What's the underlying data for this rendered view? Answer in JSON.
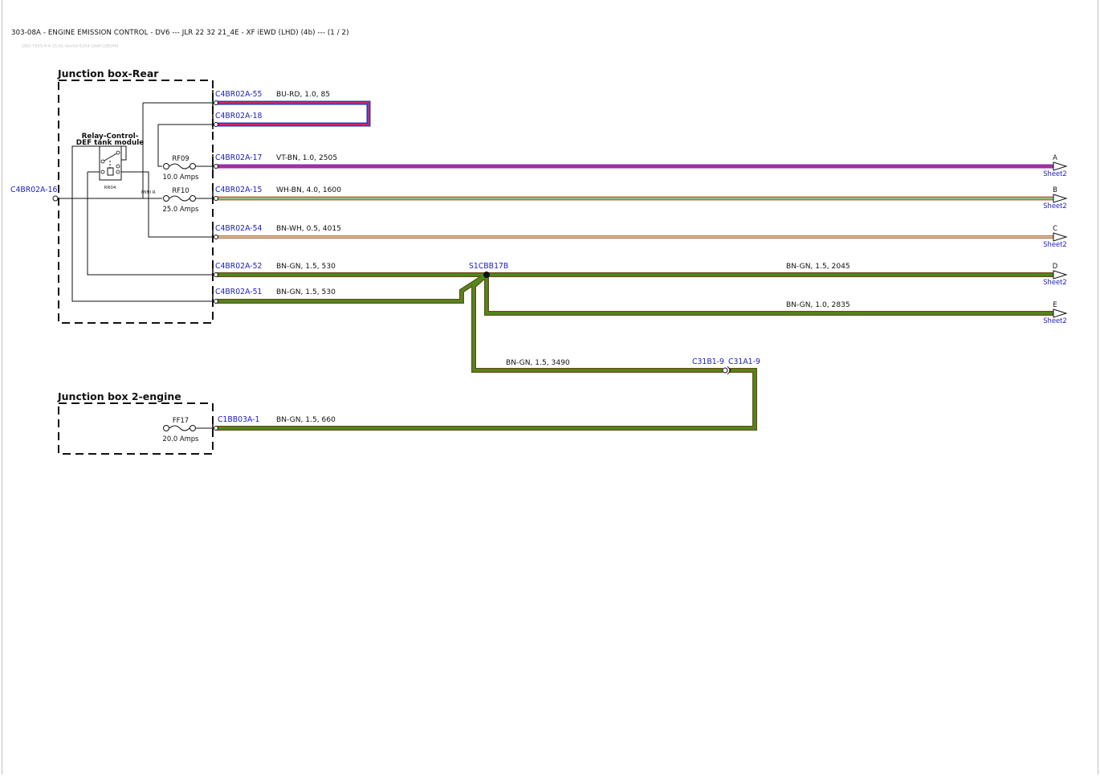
{
  "header": {
    "title": "303-08A - ENGINE EMISSION CONTROL - DV6 --- JLR 22 32 21_4E - XF iEWD (LHD) (4b) --- (1 / 2)",
    "subtitle": "QSO-7X03-4-4-15-01-SevXd-5204 1AAH-J0E2M4"
  },
  "colors": {
    "BU-RD": [
      "#1f3fb0",
      "#d3266d"
    ],
    "VT-BN": [
      "#8b2fb8",
      "#9c5a2c"
    ],
    "WH-BN": [
      "#dcdcdc",
      "#b07446"
    ],
    "BN-WH": [
      "#b07446",
      "#dcdcdc"
    ],
    "BN-GN": [
      "#8a5a24",
      "#4e8a1c"
    ],
    "connector": "#1a1acc",
    "ink": "#111111"
  },
  "junction_boxes": [
    {
      "id": "jb-rear",
      "title": "Junction box-Rear"
    },
    {
      "id": "jb-engine",
      "title": "Junction box 2-engine"
    }
  ],
  "relay": {
    "title_line1": "Relay-Control-",
    "title_line2": "DEF tank module",
    "code": "RR04",
    "note": "MINI R"
  },
  "fuses": [
    {
      "id": "RF09",
      "rating": "10.0 Amps"
    },
    {
      "id": "RF10",
      "rating": "25.0 Amps"
    },
    {
      "id": "FF17",
      "rating": "20.0 Amps"
    }
  ],
  "connectors": {
    "input": "C4BR02A-16",
    "pins": [
      "C4BR02A-55",
      "C4BR02A-18",
      "C4BR02A-17",
      "C4BR02A-15",
      "C4BR02A-54",
      "C4BR02A-52",
      "C4BR02A-51"
    ],
    "engine_pin": "C1BB03A-1",
    "inline_left": "C31B1-9",
    "inline_right": "C31A1-9"
  },
  "splice": "S1CBB17B",
  "wires": [
    {
      "id": "w55",
      "spec": "BU-RD,  1.0,  85"
    },
    {
      "id": "w17",
      "spec": "VT-BN,  1.0,  2505"
    },
    {
      "id": "w15",
      "spec": "WH-BN,  4.0,  1600"
    },
    {
      "id": "w54",
      "spec": "BN-WH,  0.5,  4015"
    },
    {
      "id": "w52",
      "spec": "BN-GN,  1.5,  530"
    },
    {
      "id": "w51",
      "spec": "BN-GN,  1.5,  530"
    },
    {
      "id": "wD",
      "spec": "BN-GN,  1.5,  2045"
    },
    {
      "id": "wE",
      "spec": "BN-GN,  1.0,  2835"
    },
    {
      "id": "w3490",
      "spec": "BN-GN,  1.5,  3490"
    },
    {
      "id": "w660",
      "spec": "BN-GN,  1.5,  660"
    }
  ],
  "offsheet": [
    {
      "letter": "A",
      "sheet": "Sheet2"
    },
    {
      "letter": "B",
      "sheet": "Sheet2"
    },
    {
      "letter": "C",
      "sheet": "Sheet2"
    },
    {
      "letter": "D",
      "sheet": "Sheet2"
    },
    {
      "letter": "E",
      "sheet": "Sheet2"
    }
  ]
}
